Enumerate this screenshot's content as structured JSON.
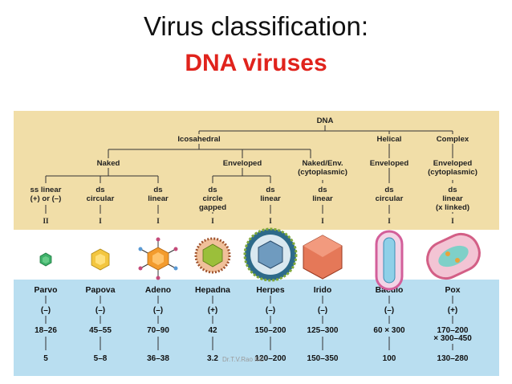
{
  "title": "Virus classification:",
  "subtitle": "DNA viruses",
  "tree": {
    "root": "DNA",
    "level1": [
      "Icosahedral",
      "Helical",
      "Complex"
    ],
    "level2": [
      "Naked",
      "Enveloped",
      "Naked/Env.",
      "(cytoplasmic)",
      "Enveloped",
      "Enveloped",
      "(cytoplasmic)"
    ],
    "leaves": [
      {
        "l1": "ss linear",
        "l2": "(+) or (–)",
        "l3": "",
        "group": "II"
      },
      {
        "l1": "ds",
        "l2": "circular",
        "l3": "",
        "group": "I"
      },
      {
        "l1": "ds",
        "l2": "linear",
        "l3": "",
        "group": "I"
      },
      {
        "l1": "ds",
        "l2": "circle",
        "l3": "gapped",
        "group": "I"
      },
      {
        "l1": "ds",
        "l2": "linear",
        "l3": "",
        "group": "I"
      },
      {
        "l1": "ds",
        "l2": "linear",
        "l3": "",
        "group": "I"
      },
      {
        "l1": "ds",
        "l2": "circular",
        "l3": "",
        "group": "I"
      },
      {
        "l1": "ds",
        "l2": "linear",
        "l3": "(x linked)",
        "group": "I"
      }
    ]
  },
  "families": [
    {
      "name": "Parvo",
      "sense": "(–)",
      "size1": "18–26",
      "size2": "",
      "genome": "5"
    },
    {
      "name": "Papova",
      "sense": "(–)",
      "size1": "45–55",
      "size2": "",
      "genome": "5–8"
    },
    {
      "name": "Adeno",
      "sense": "(–)",
      "size1": "70–90",
      "size2": "",
      "genome": "36–38"
    },
    {
      "name": "Hepadna",
      "sense": "(+)",
      "size1": "42",
      "size2": "",
      "genome": "3.2"
    },
    {
      "name": "Herpes",
      "sense": "(–)",
      "size1": "150–200",
      "size2": "",
      "genome": "120–200"
    },
    {
      "name": "Irido",
      "sense": "(–)",
      "size1": "125–300",
      "size2": "",
      "genome": "150–350"
    },
    {
      "name": "Baculo",
      "sense": "(–)",
      "size1": "60 × 300",
      "size2": "",
      "genome": "100"
    },
    {
      "name": "Pox",
      "sense": "(+)",
      "size1": "170–200",
      "size2": "× 300–450",
      "genome": "130–280"
    }
  ],
  "watermark": "Dr.T.V.Rao MD",
  "colors": {
    "title_red": "#e0231c",
    "tree_bg": "#f1dea8",
    "table_bg": "#b9def0"
  }
}
